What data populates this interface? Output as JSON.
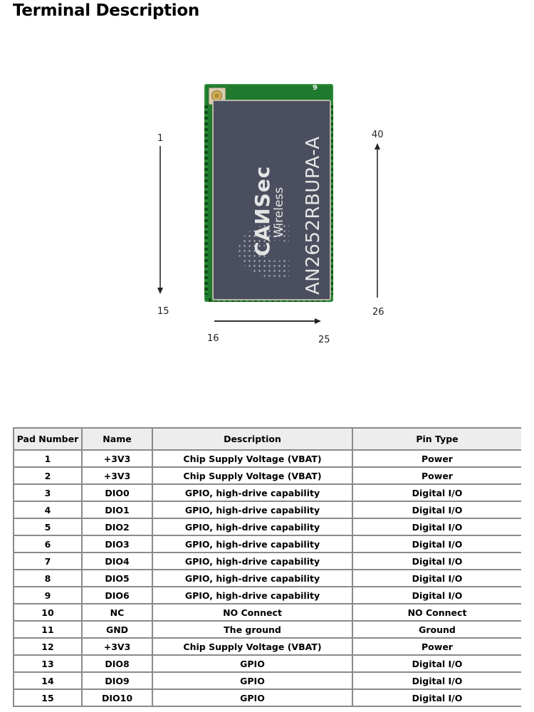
{
  "page": {
    "title": "Terminal Description"
  },
  "module_figure": {
    "antenna_pin_label": "9",
    "brand_text": "CAИSec",
    "brand_subtext": "Wireless",
    "part_number": "AN2652RBUPA-A",
    "pin_labels": {
      "left_top": "1",
      "left_bottom": "15",
      "bottom_start": "16",
      "bottom_end": "25",
      "right_bottom": "26",
      "right_top": "40"
    },
    "arrows": [
      {
        "name": "left-side",
        "from": "1",
        "to": "15",
        "direction": "down"
      },
      {
        "name": "bottom-side",
        "from": "16",
        "to": "25",
        "direction": "right"
      },
      {
        "name": "right-side",
        "from": "26",
        "to": "40",
        "direction": "up"
      }
    ]
  },
  "table": {
    "headers": [
      "Pad Number",
      "Name",
      "Description",
      "Pin Type"
    ],
    "rows": [
      [
        "1",
        "+3V3",
        "Chip Supply Voltage (VBAT)",
        "Power"
      ],
      [
        "2",
        "+3V3",
        "Chip Supply Voltage (VBAT)",
        "Power"
      ],
      [
        "3",
        "DIO0",
        "GPIO, high-drive capability",
        "Digital I/O"
      ],
      [
        "4",
        "DIO1",
        "GPIO, high-drive capability",
        "Digital I/O"
      ],
      [
        "5",
        "DIO2",
        "GPIO, high-drive capability",
        "Digital I/O"
      ],
      [
        "6",
        "DIO3",
        "GPIO, high-drive capability",
        "Digital I/O"
      ],
      [
        "7",
        "DIO4",
        "GPIO, high-drive capability",
        "Digital I/O"
      ],
      [
        "8",
        "DIO5",
        "GPIO, high-drive capability",
        "Digital I/O"
      ],
      [
        "9",
        "DIO6",
        "GPIO, high-drive capability",
        "Digital I/O"
      ],
      [
        "10",
        "NC",
        "NO Connect",
        "NO Connect"
      ],
      [
        "11",
        "GND",
        "The ground",
        "Ground"
      ],
      [
        "12",
        "+3V3",
        "Chip Supply Voltage (VBAT)",
        "Power"
      ],
      [
        "13",
        "DIO8",
        "GPIO",
        "Digital I/O"
      ],
      [
        "14",
        "DIO9",
        "GPIO",
        "Digital I/O"
      ],
      [
        "15",
        "DIO10",
        "GPIO",
        "Digital I/O"
      ]
    ]
  }
}
